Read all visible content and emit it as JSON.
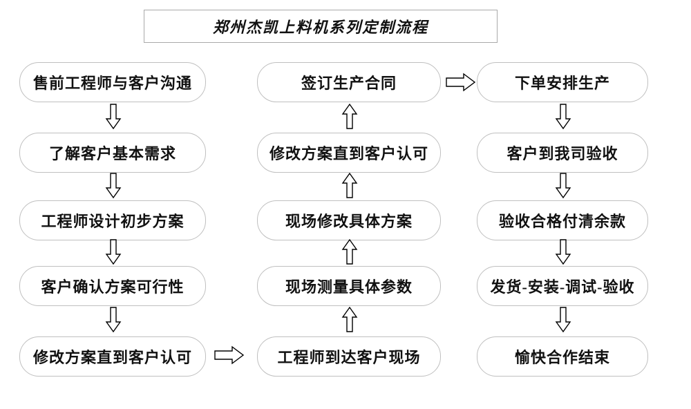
{
  "title": {
    "text": "郑州杰凯上料机系列定制流程"
  },
  "columns": [
    {
      "id": "column-1",
      "flow_direction": "down",
      "nodes": [
        {
          "label": "售前工程师与客户沟通"
        },
        {
          "label": "了解客户基本需求"
        },
        {
          "label": "工程师设计初步方案"
        },
        {
          "label": "客户确认方案可行性"
        },
        {
          "label": "修改方案直到客户认可"
        }
      ]
    },
    {
      "id": "column-2",
      "flow_direction": "up",
      "nodes": [
        {
          "label": "签订生产合同"
        },
        {
          "label": "修改方案直到客户认可"
        },
        {
          "label": "现场修改具体方案"
        },
        {
          "label": "现场测量具体参数"
        },
        {
          "label": "工程师到达客户现场"
        }
      ]
    },
    {
      "id": "column-3",
      "flow_direction": "down",
      "nodes": [
        {
          "label": "下单安排生产"
        },
        {
          "label": "客户到我司验收"
        },
        {
          "label": "验收合格付清余款"
        },
        {
          "label": "发货-安装-调试-验收"
        },
        {
          "label": "愉快合作结束"
        }
      ]
    }
  ],
  "connectors": {
    "column1_down": [
      "down-arrow",
      "down-arrow",
      "down-arrow",
      "down-arrow"
    ],
    "column2_up": [
      "up-arrow",
      "up-arrow",
      "up-arrow",
      "up-arrow"
    ],
    "column3_down": [
      "down-arrow",
      "down-arrow",
      "down-arrow",
      "down-arrow"
    ],
    "col1_to_col2": "right-arrow",
    "col2_to_col3": "right-arrow"
  },
  "colors": {
    "background": "#ffffff",
    "node_border": "#bfbfbf",
    "title_border": "#a9a9a9",
    "text": "#111111",
    "arrow_stroke": "#000000",
    "arrow_fill": "#ffffff"
  }
}
